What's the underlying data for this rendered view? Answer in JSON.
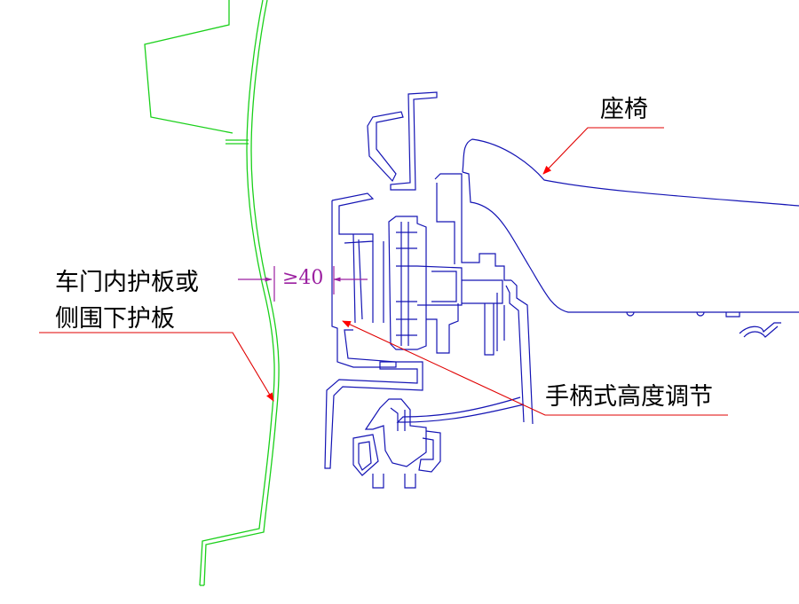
{
  "labels": {
    "door_panel_line1": "车门内护板或",
    "door_panel_line2": "侧围下护板",
    "seat": "座椅",
    "handle": "手柄式高度调节",
    "clearance": "≥40"
  },
  "colors": {
    "door_outline": "#1ad01a",
    "seat_outline": "#1414b4",
    "leader": "#e00000",
    "arrowhead": "#ff0000",
    "dimension": "#9b1fa0"
  }
}
